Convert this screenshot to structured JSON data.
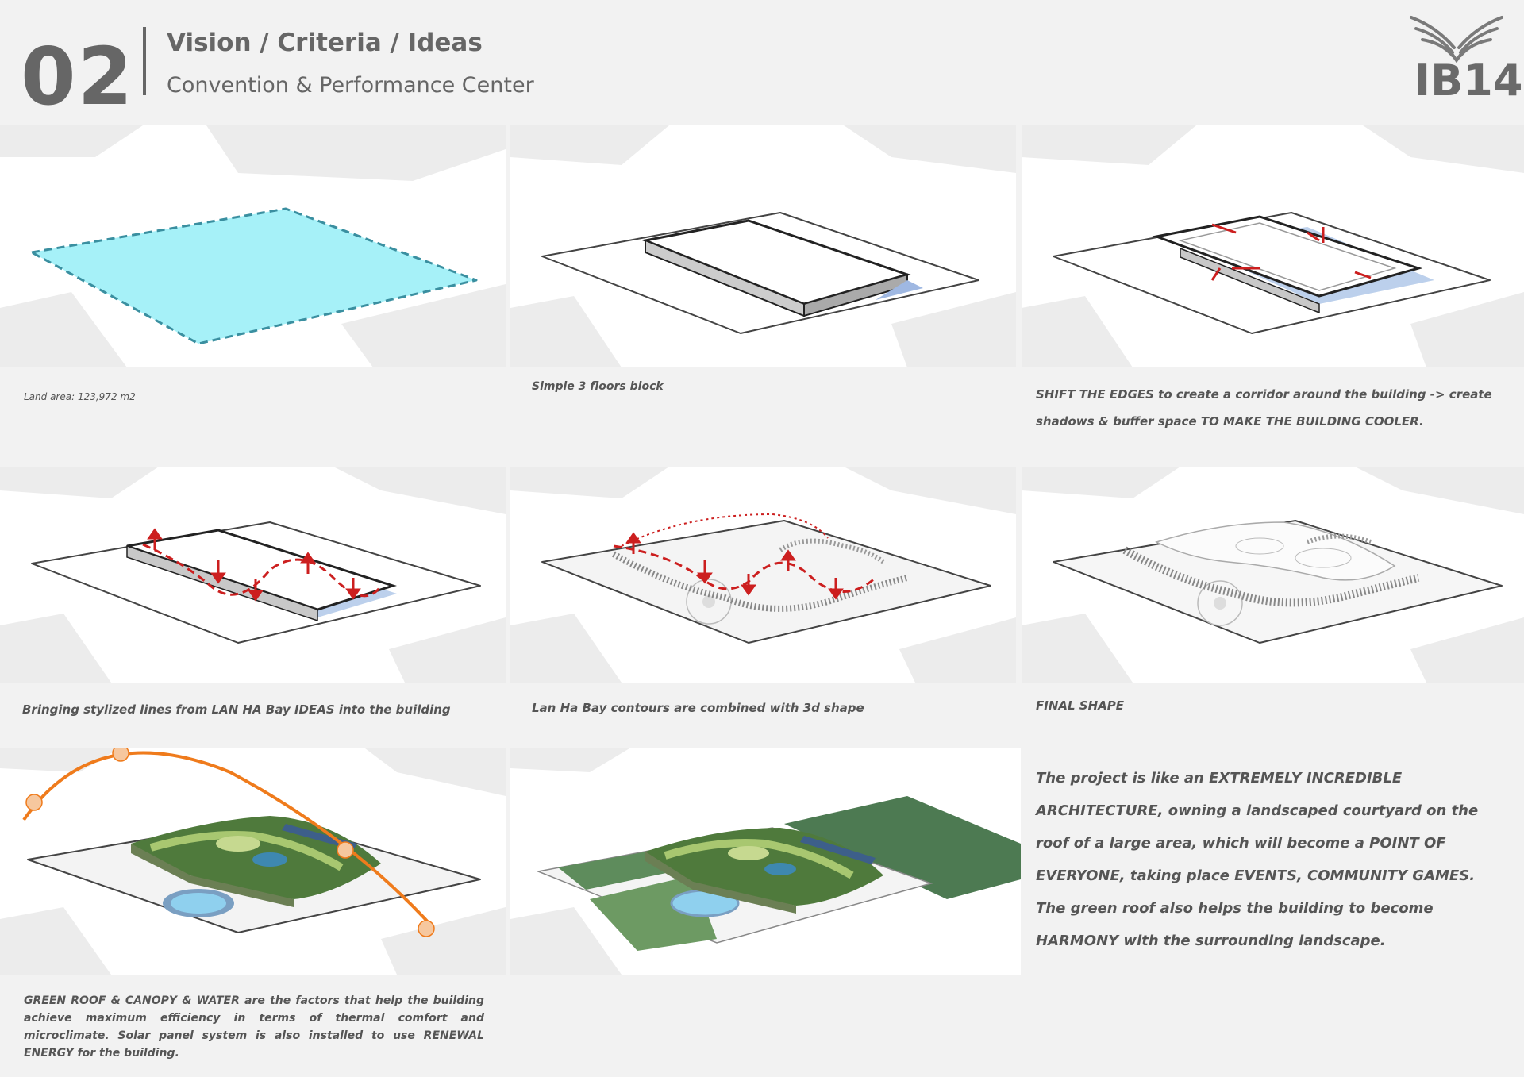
{
  "header": {
    "number": "02",
    "title": "Vision / Criteria / Ideas",
    "subtitle": "Convention & Performance Center",
    "logo_text": "IB14"
  },
  "captions": {
    "c1": "Land area:  123,972 m2",
    "c2": "Simple 3 floors block",
    "c3": "SHIFT THE EDGES to create a corridor around the building -> create shadows & buffer space TO MAKE THE BUILDING COOLER.",
    "c4": "Bringing stylized lines from LAN HA Bay IDEAS into the building",
    "c5": "Lan Ha Bay contours are combined with 3d shape",
    "c6": "FINAL SHAPE",
    "c7": "GREEN ROOF & CANOPY & WATER are the factors that help the building achieve maximum efficiency in terms of thermal comfort and microclimate. Solar panel system is also installed to use RENEWAL ENERGY for the building.",
    "c8": "The project is like an EXTREMELY INCREDIBLE ARCHITECTURE, owning a landscaped courtyard on the roof of a large area, which will become a POINT OF EVERYONE, taking place EVENTS, COMMUNITY GAMES. The green roof also helps the building to become HARMONY with the surrounding landscape."
  },
  "colors": {
    "site_fill": "#a6f1f8",
    "site_edge": "#3a8fa0",
    "arrow_red": "#cc1f1f",
    "sun_path": "#ef7b1c",
    "roof_green": "#4f7a3c",
    "text_grey": "#555555"
  },
  "icons": [
    "wings-logo-icon"
  ]
}
